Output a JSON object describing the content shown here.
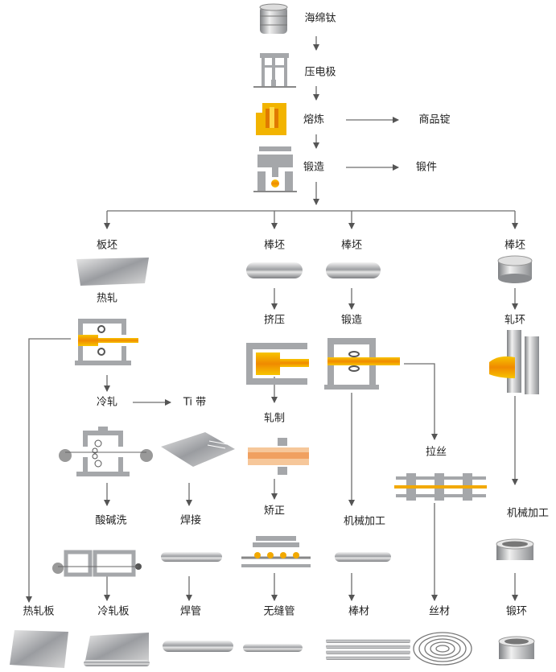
{
  "labels": {
    "sponge_ti": "海绵钛",
    "press_electrode": "压电极",
    "melting": "熔炼",
    "commercial_ingot": "商品锭",
    "forging_top": "锻造",
    "forgings": "锻件",
    "slab": "板坯",
    "bar_billet_1": "棒坯",
    "bar_billet_2": "棒坯",
    "bar_billet_3": "棒坯",
    "hot_rolling": "热轧",
    "extrusion": "挤压",
    "forging_mid": "锻造",
    "ring_rolling": "轧环",
    "cold_rolling": "冷轧",
    "ti_strip": "Ti 带",
    "rolling": "轧制",
    "wire_drawing": "拉丝",
    "pickling": "酸碱洗",
    "welding": "焊接",
    "straightening": "矫正",
    "machining_1": "机械加工",
    "machining_2": "机械加工",
    "hot_rolled_plate": "热轧板",
    "cold_rolled_plate": "冷轧板",
    "welded_pipe": "焊管",
    "seamless_pipe": "无缝管",
    "bar": "棒材",
    "wire": "丝材",
    "forged_ring": "锻环"
  },
  "colors": {
    "line": "#6d6d6d",
    "machine": "#a5a7aa",
    "hot_metal": "#f2a900",
    "metal": "#c8c9cb"
  }
}
